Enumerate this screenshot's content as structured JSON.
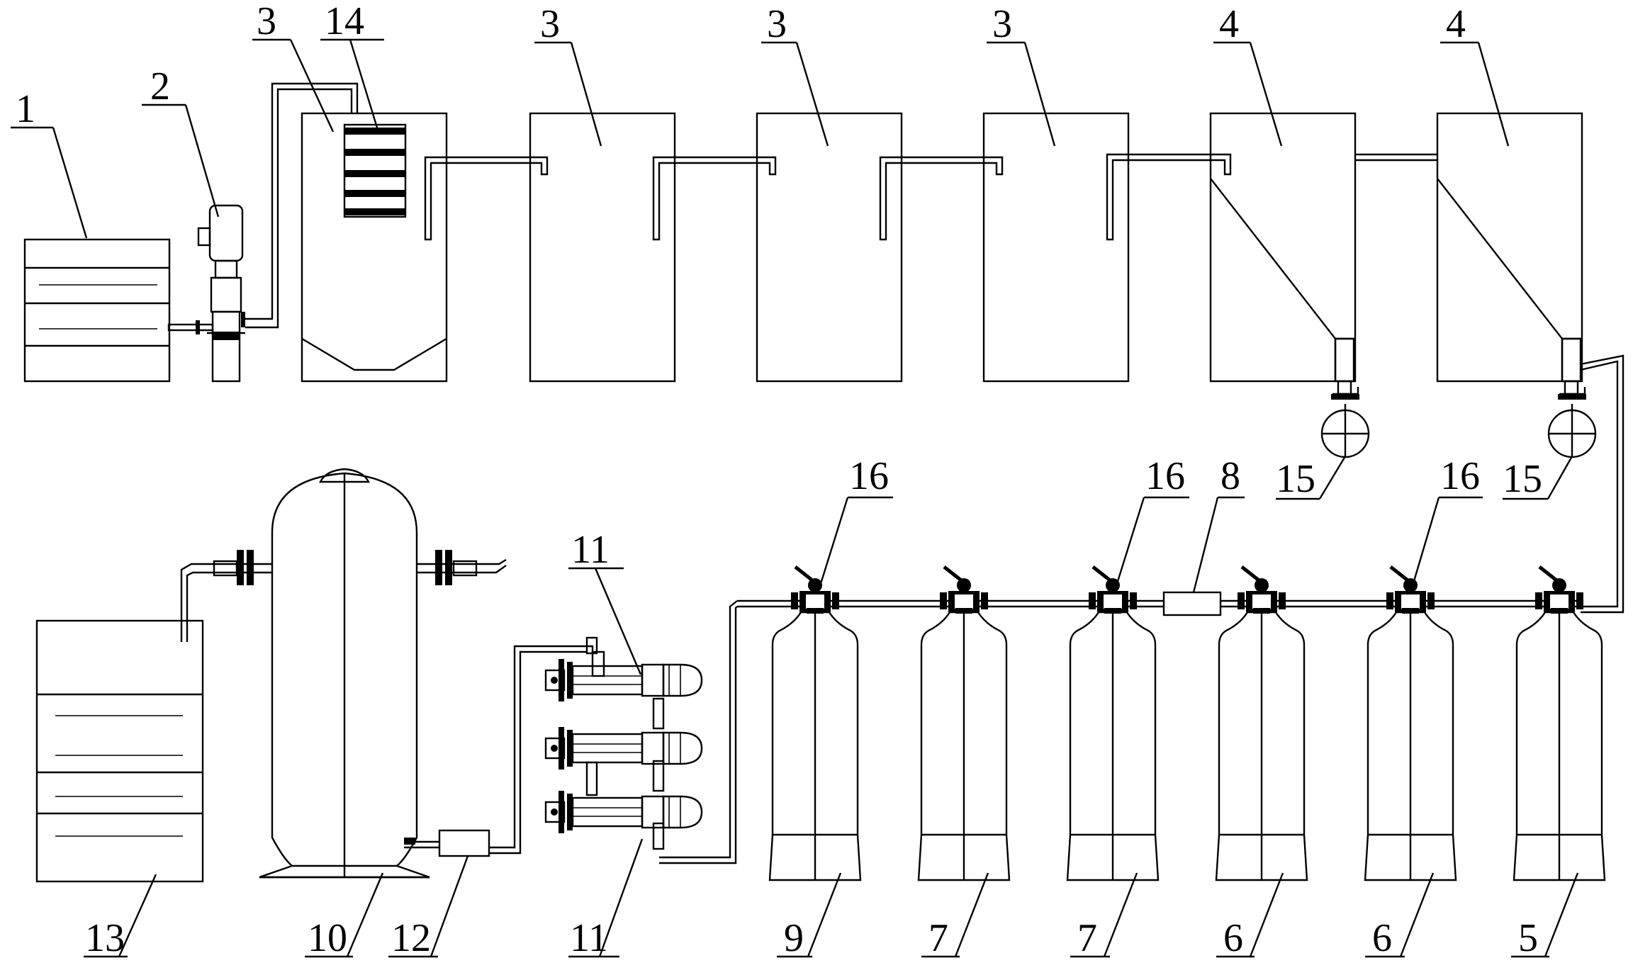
{
  "labels": {
    "l1": "1",
    "l2": "2",
    "l3": "3",
    "l4": "4",
    "l5": "5",
    "l6": "6",
    "l7": "7",
    "l8": "8",
    "l9": "9",
    "l10": "10",
    "l11": "11",
    "l12": "12",
    "l13": "13",
    "l14": "14",
    "l15": "15",
    "l16": "16"
  }
}
